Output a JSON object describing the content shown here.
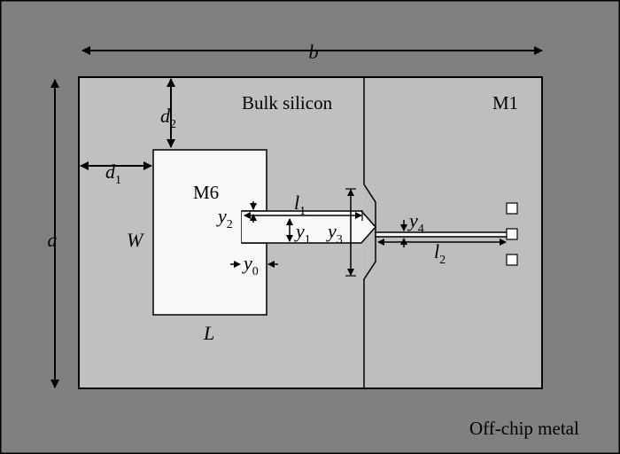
{
  "labels": {
    "bulk_silicon": "Bulk silicon",
    "m1": "M1",
    "m6": "M6",
    "off_chip_metal": "Off-chip metal",
    "b": "b",
    "a": "a",
    "d1": "d",
    "d1_sub": "1",
    "d2": "d",
    "d2_sub": "2",
    "W": "W",
    "L": "L",
    "l1": "l",
    "l1_sub": "1",
    "l2": "l",
    "l2_sub": "2",
    "y0": "y",
    "y0_sub": "0",
    "y1": "y",
    "y1_sub": "1",
    "y2": "y",
    "y2_sub": "2",
    "y3": "y",
    "y3_sub": "3",
    "y4": "y",
    "y4_sub": "4"
  },
  "colors": {
    "off_chip": "#808080",
    "chip": "#c0c0c0",
    "m1_region": "#bebebe",
    "metal_m6": "#f8f8f8",
    "line": "#000000",
    "pad": "#ffffff"
  }
}
